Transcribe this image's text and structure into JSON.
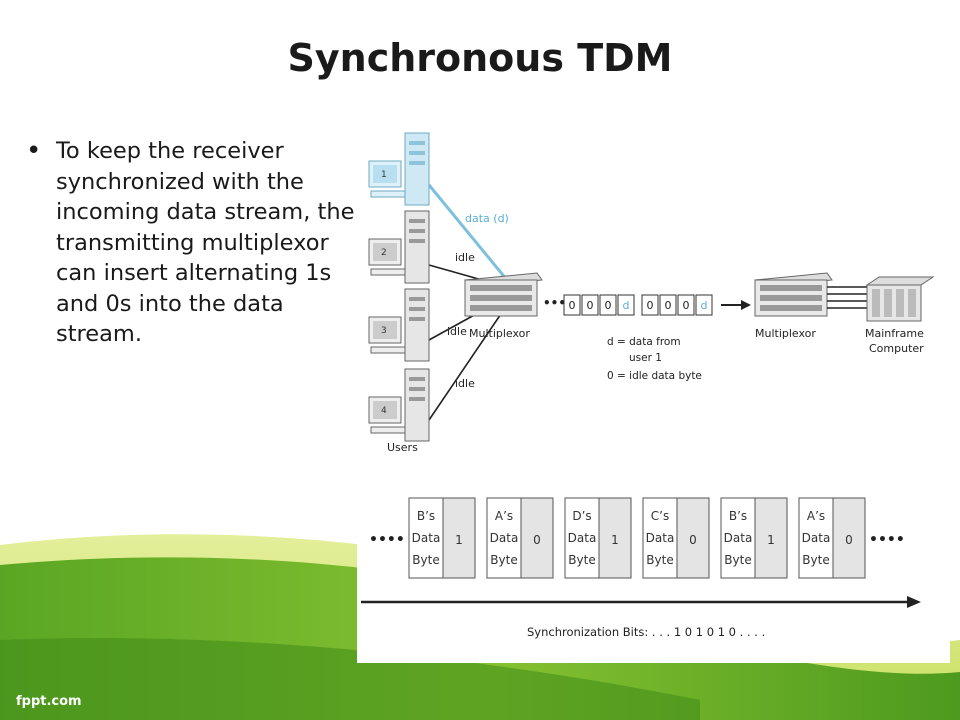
{
  "slide": {
    "title": "Synchronous TDM",
    "bullet": "To keep the receiver synchronized with the incoming data stream, the transmitting multiplexor can insert alternating 1s and 0s into the data stream.",
    "footer": "fppt.com"
  },
  "top_figure": {
    "users": [
      "1",
      "2",
      "3",
      "4"
    ],
    "users_label": "Users",
    "line_labels": [
      "data (d)",
      "idle",
      "idle",
      "idle"
    ],
    "mux_left": "Multiplexor",
    "mux_right": "Multiplexor",
    "mainframe_line1": "Mainframe",
    "mainframe_line2": "Computer",
    "stream_ellipsis": "•••",
    "stream_cells": [
      "0",
      "0",
      "0",
      "d",
      "0",
      "0",
      "0",
      "d"
    ],
    "legend_line1": "d = data from",
    "legend_line2": "user 1",
    "legend_line3": "0 = idle data byte"
  },
  "bottom_figure": {
    "left_ellipsis": "••••",
    "right_ellipsis": "••••",
    "frames": [
      {
        "who": "B’s",
        "line2": "Data",
        "line3": "Byte",
        "bit": "1"
      },
      {
        "who": "A’s",
        "line2": "Data",
        "line3": "Byte",
        "bit": "0"
      },
      {
        "who": "D’s",
        "line2": "Data",
        "line3": "Byte",
        "bit": "1"
      },
      {
        "who": "C’s",
        "line2": "Data",
        "line3": "Byte",
        "bit": "0"
      },
      {
        "who": "B’s",
        "line2": "Data",
        "line3": "Byte",
        "bit": "1"
      },
      {
        "who": "A’s",
        "line2": "Data",
        "line3": "Byte",
        "bit": "0"
      }
    ],
    "sync_label": "Synchronization Bits: . . . 1 0 1 0 1 0 . . . ."
  }
}
